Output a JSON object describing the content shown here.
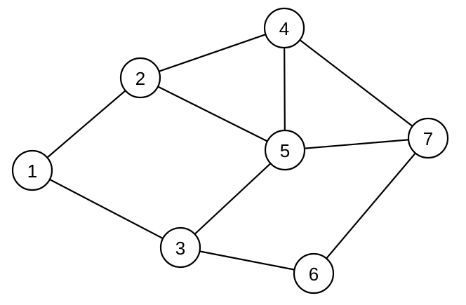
{
  "graph": {
    "nodes": [
      {
        "id": "1",
        "label": "1"
      },
      {
        "id": "2",
        "label": "2"
      },
      {
        "id": "3",
        "label": "3"
      },
      {
        "id": "4",
        "label": "4"
      },
      {
        "id": "5",
        "label": "5"
      },
      {
        "id": "6",
        "label": "6"
      },
      {
        "id": "7",
        "label": "7"
      }
    ],
    "edges": [
      [
        "1",
        "2"
      ],
      [
        "1",
        "3"
      ],
      [
        "2",
        "4"
      ],
      [
        "2",
        "5"
      ],
      [
        "4",
        "5"
      ],
      [
        "4",
        "7"
      ],
      [
        "5",
        "7"
      ],
      [
        "3",
        "5"
      ],
      [
        "3",
        "6"
      ],
      [
        "6",
        "7"
      ]
    ]
  }
}
